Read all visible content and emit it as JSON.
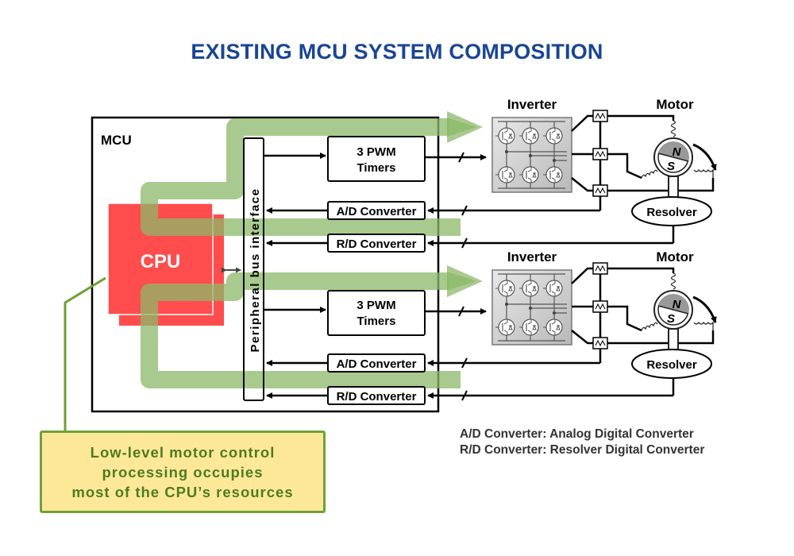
{
  "title": "EXISTING MCU SYSTEM COMPOSITION",
  "mcu": {
    "label": "MCU",
    "cpu_label": "CPU",
    "bus_label": "Peripheral bus interface"
  },
  "channels": [
    {
      "pwm_line1": "3 PWM",
      "pwm_line2": "Timers",
      "ad_label": "A/D Converter",
      "rd_label": "R/D Converter",
      "inverter_label": "Inverter",
      "motor_label": "Motor",
      "rotor_n": "N",
      "rotor_s": "S",
      "resolver_label": "Resolver"
    },
    {
      "pwm_line1": "3 PWM",
      "pwm_line2": "Timers",
      "ad_label": "A/D Converter",
      "rd_label": "R/D Converter",
      "inverter_label": "Inverter",
      "motor_label": "Motor",
      "rotor_n": "N",
      "rotor_s": "S",
      "resolver_label": "Resolver"
    }
  ],
  "callout": {
    "line1": "Low-level motor control",
    "line2": "processing occupies",
    "line3": "most of the CPU’s resources"
  },
  "legend": {
    "line1": "A/D Converter: Analog Digital Converter",
    "line2": "R/D Converter: Resolver Digital Converter"
  },
  "colors": {
    "title": "#1a4594",
    "cpu": "#ff4c4c",
    "flow": "#8cb868",
    "callout_fill": "#fde89a",
    "callout_border": "#6ea236",
    "callout_text": "#4e7c1e"
  }
}
